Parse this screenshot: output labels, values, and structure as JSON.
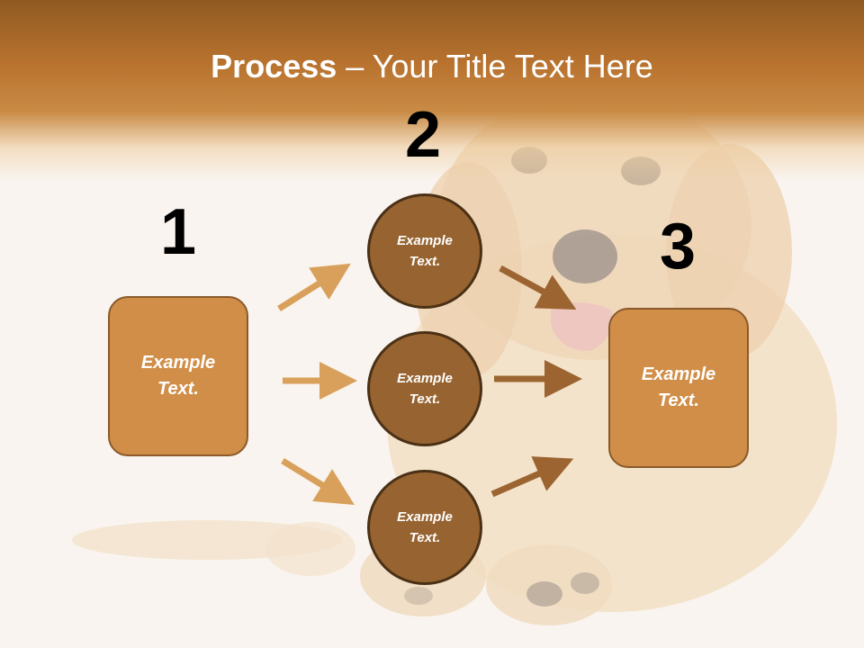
{
  "title": {
    "strong": "Process",
    "rest": " – Your Title Text Here"
  },
  "steps": {
    "one": "1",
    "two": "2",
    "three": "3"
  },
  "left_box": {
    "text": "Example\nText."
  },
  "right_box": {
    "text": "Example\nText."
  },
  "circles": [
    {
      "text": "Example\nText."
    },
    {
      "text": "Example\nText."
    },
    {
      "text": "Example\nText."
    }
  ],
  "colors": {
    "header": "#b8722e",
    "box_fill": "#d08e48",
    "circle_fill": "#976431",
    "arrow_light": "#d8a05a",
    "arrow_dark": "#9b6431"
  },
  "background_image": "golden-retriever-puppy"
}
